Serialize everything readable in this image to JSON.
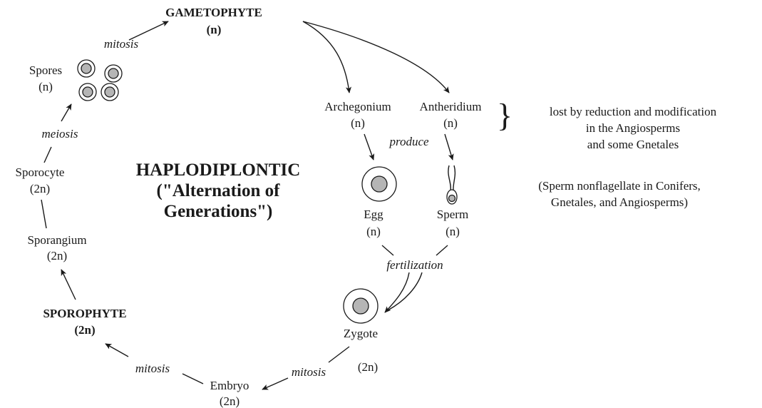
{
  "colors": {
    "ink": "#1a1a1a",
    "nucleus": "#b5b5b5",
    "background": "#ffffff"
  },
  "nodes": {
    "gametophyte": {
      "name": "GAMETOPHYTE",
      "ploidy": "(n)"
    },
    "archegonium": {
      "name": "Archegonium",
      "ploidy": "(n)"
    },
    "antheridium": {
      "name": "Antheridium",
      "ploidy": "(n)"
    },
    "egg": {
      "name": "Egg",
      "ploidy": "(n)"
    },
    "sperm": {
      "name": "Sperm",
      "ploidy": "(n)"
    },
    "zygote": {
      "name": "Zygote",
      "ploidy": "(2n)"
    },
    "embryo": {
      "name": "Embryo",
      "ploidy": "(2n)"
    },
    "sporophyte": {
      "name": "SPOROPHYTE",
      "ploidy": "(2n)"
    },
    "sporangium": {
      "name": "Sporangium",
      "ploidy": "(2n)"
    },
    "sporocyte": {
      "name": "Sporocyte",
      "ploidy": "(2n)"
    },
    "spores": {
      "name": "Spores",
      "ploidy": "(n)"
    }
  },
  "processes": {
    "mitosis_top": "mitosis",
    "meiosis": "meiosis",
    "produce": "produce",
    "fertilization": "fertilization",
    "mitosis_bottom_right": "mitosis",
    "mitosis_bottom_left": "mitosis"
  },
  "center_title": {
    "line1": "HAPLODIPLONTIC",
    "line2": "(\"Alternation of",
    "line3": "Generations\")"
  },
  "notes": {
    "brace": "}",
    "reduction_line1": "lost by reduction and modification",
    "reduction_line2": "in the Angiosperms",
    "reduction_line3": "and some Gnetales",
    "sperm_line1": "(Sperm nonflagellate in Conifers,",
    "sperm_line2": "Gnetales, and Angiosperms)"
  }
}
